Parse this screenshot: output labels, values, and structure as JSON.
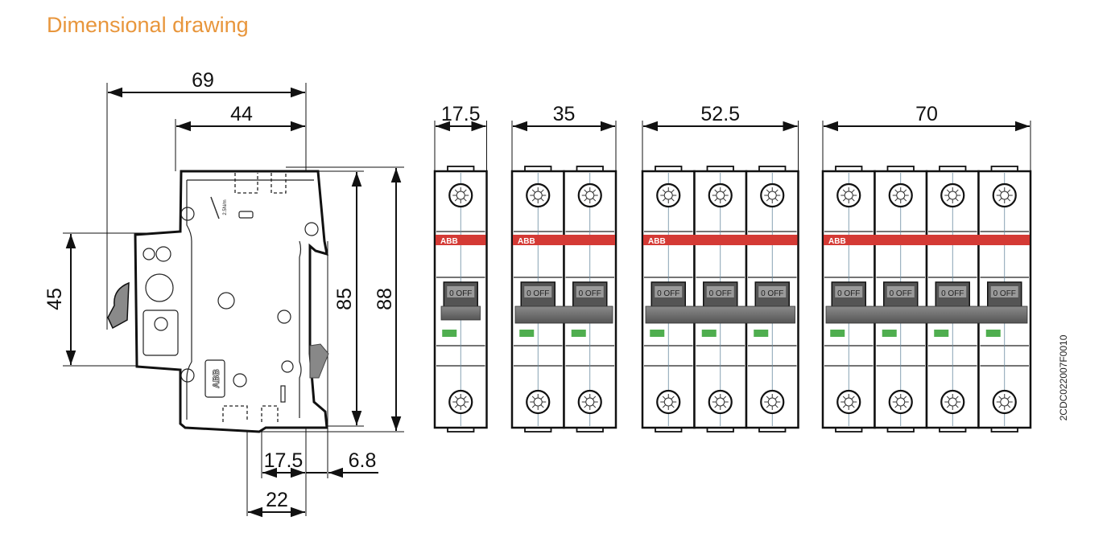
{
  "title": "Dimensional drawing",
  "drawing_code": "2CDC022007F0010",
  "side_view": {
    "overall_depth": "69",
    "depth_to_rail": "44",
    "front_height": "45",
    "body_height": "85",
    "overall_height": "88",
    "rail_offset": "17.5",
    "clip_projection": "6.8",
    "rail_to_face": "22",
    "tool_label": "2.5N/m",
    "logo": "ABB"
  },
  "front_views": [
    {
      "width": "17.5",
      "poles": 1
    },
    {
      "width": "35",
      "poles": 2
    },
    {
      "width": "52.5",
      "poles": 3
    },
    {
      "width": "70",
      "poles": 4
    }
  ],
  "module": {
    "brand": "ABB",
    "handle_label": "0 OFF",
    "colors": {
      "brand_band": "#d43a35",
      "status_indicator": "#4fae4f",
      "handle": "#6f6f6f",
      "title": "#e8963c"
    }
  }
}
